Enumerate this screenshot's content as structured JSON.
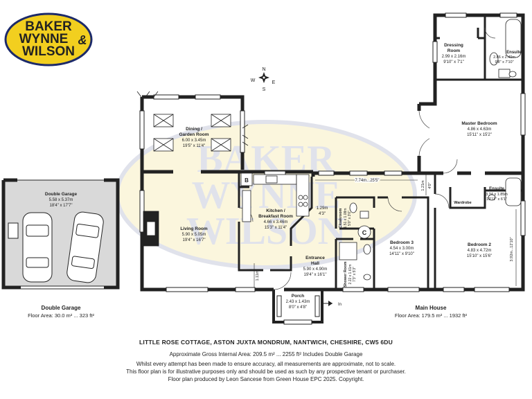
{
  "logo": {
    "line1": "BAKER",
    "line2": "WYNNE",
    "amp": "&",
    "line3": "WILSON"
  },
  "watermark": {
    "line1": "BAKER",
    "line2": "WYNNE",
    "line3": "WILSON"
  },
  "compass": {
    "n": "N",
    "s": "S",
    "e": "E",
    "w": "W"
  },
  "rooms": {
    "dining": {
      "name1": "Dining /",
      "name2": "Garden Room",
      "m": "6.00 x 3.45m",
      "ft": "19'5\" x 11'4\""
    },
    "garage": {
      "name": "Double Garage",
      "m": "5.58 x 5.37m",
      "ft": "18'4\" x 17'7\""
    },
    "living": {
      "name": "Living Room",
      "m": "5.90 x 5.05m",
      "ft": "19'4\" x 16'7\""
    },
    "kitchen": {
      "name1": "Kitchen /",
      "name2": "Breakfast Room",
      "m": "4.66 x 3.46m",
      "ft": "15'3\" x 11'4\""
    },
    "hall": {
      "name1": "Entrance",
      "name2": "Hall",
      "m": "5.90 x 4.90m",
      "ft": "19'4\" x 16'1\""
    },
    "porch": {
      "name": "Porch",
      "m": "2.43 x 1.43m",
      "ft": "8'0\" x 4'8\""
    },
    "cloakroom": {
      "name": "Cloakroom",
      "m": "1.51 x 1.08m",
      "ft": "5'0\" x 3'6\""
    },
    "shower": {
      "name": "Shower Room",
      "m": "2.22 x 1.61m",
      "ft": "7'3\" x 5'3\""
    },
    "bed3": {
      "name": "Bedroom 3",
      "m": "4.54 x 3.00m",
      "ft": "14'11\" x 9'10\""
    },
    "bed2": {
      "name": "Bedroom 2",
      "m": "4.83 x 4.72m",
      "ft": "15'10\" x 15'6\""
    },
    "master": {
      "name": "Master Bedroom",
      "m": "4.86 x 4.63m",
      "ft": "15'11\" x 15'2\""
    },
    "dressing": {
      "name1": "Dressing",
      "name2": "Room",
      "m": "2.99 x 2.16m",
      "ft": "9'10\" x 7'1\""
    },
    "ensuite1": {
      "name": "Ensuite",
      "m": "2.86 x 2.40m",
      "ft": "9'8\" x 7'10\""
    },
    "ensuite2": {
      "name": "Ensuite",
      "m": "3.34 x 1.85m",
      "ft": "10'11\" x 6'1\""
    },
    "wardrobe": {
      "name": "Wardrobe"
    }
  },
  "dims": {
    "corridor": "7.74m...25'5\"",
    "corr_w1": "1.21m",
    "corr_w2": "4'0\"",
    "k_gap1": "1.29m",
    "k_gap2": "4'3\"",
    "hall_w": "1.11m",
    "bed2_h": "3.92m...12'10\""
  },
  "symbols": {
    "boiler": "B",
    "cylinder": "C",
    "in": "In"
  },
  "sections": {
    "garage": {
      "title": "Double Garage",
      "area": "Floor Area: 30.0 m² ... 323 ft²"
    },
    "main": {
      "title": "Main House",
      "area": "Floor Area: 179.5 m² ... 1932 ft²"
    }
  },
  "footer": {
    "address": "LITTLE ROSE COTTAGE, ASTON JUXTA MONDRUM, NANTWICH, CHESHIRE, CW5 6DU",
    "gia": "Approximate Gross Internal Area: 209.5 m² ... 2255 ft² Includes Double Garage",
    "disc1": "Whilst every attempt has been made to ensure accuracy, all measurements are approximate, not to scale.",
    "disc2": "This floor plan is for illustrative purposes only and should be used as such by any prospective tenant or purchaser.",
    "disc3": "Floor plan produced by Leon Sancese from Green House EPC 2025. Copyright."
  }
}
